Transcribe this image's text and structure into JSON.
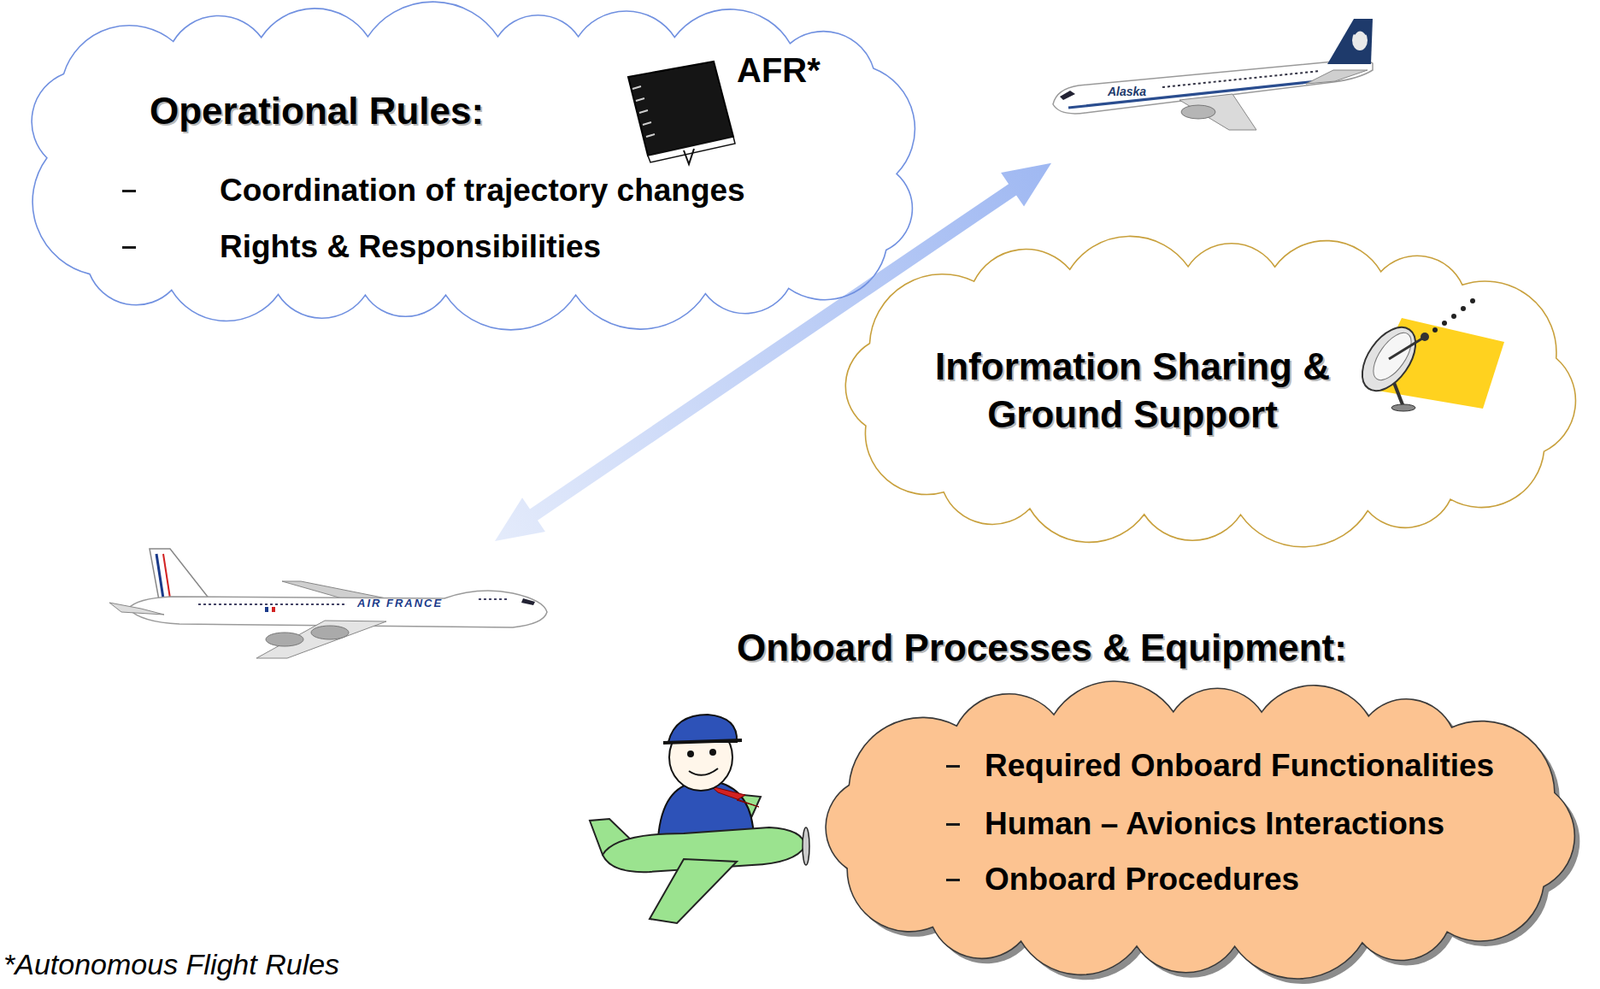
{
  "diagram": {
    "nodes": [
      {
        "text": [
          "Operational Rules:",
          "Coordination of trajectory changes",
          "Rights & Responsibilities"
        ]
      },
      {
        "text": [
          "Information Sharing & Ground Support"
        ]
      },
      {
        "text": [
          "Onboard Processes & Equipment:",
          "Required Onboard Functionalities",
          "Human – Avionics Interactions",
          "Onboard Procedures"
        ]
      }
    ],
    "labels": [
      "AFR*",
      "Alaska",
      "AIR FRANCE",
      "*Autonomous Flight Rules"
    ]
  }
}
